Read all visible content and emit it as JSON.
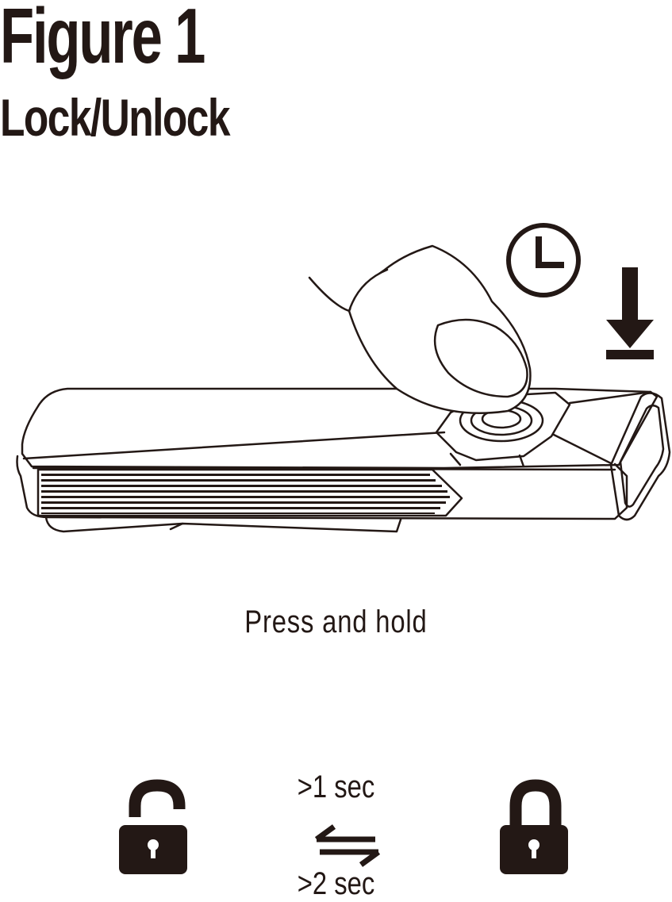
{
  "figure": {
    "title": "Figure 1",
    "subtitle": "Lock/Unlock"
  },
  "instruction": {
    "caption": "Press and hold"
  },
  "states": {
    "lock_time": ">1 sec",
    "unlock_time": ">2 sec",
    "left_icon": "unlocked-padlock-icon",
    "right_icon": "locked-padlock-icon",
    "toggle_icon": "swap-arrows-icon"
  },
  "icons": {
    "timer": "clock-icon",
    "press": "down-arrow-icon",
    "hand": "finger-press-icon",
    "device": "bike-light-device"
  },
  "colors": {
    "ink": "#231815",
    "background": "#ffffff"
  }
}
